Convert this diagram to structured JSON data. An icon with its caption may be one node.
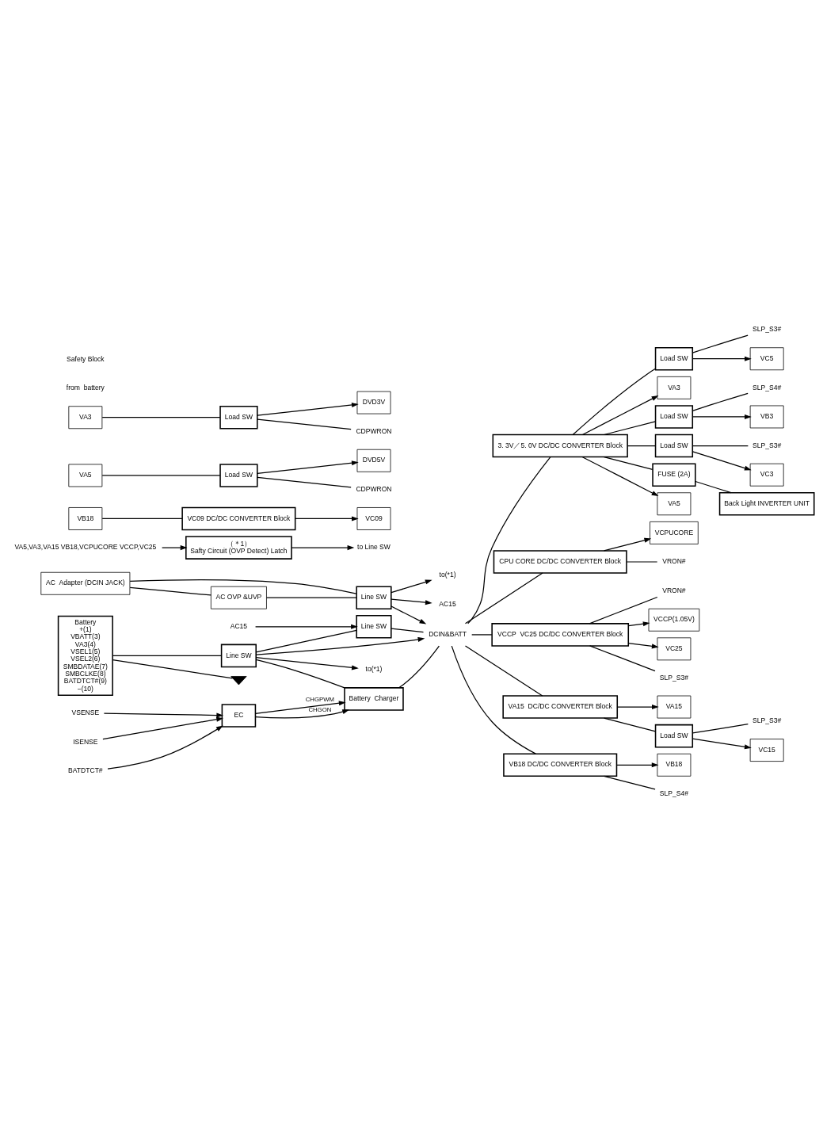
{
  "diagram": {
    "nodes": [
      {
        "text": [
          "AC  Adapter (DCIN JACK)"
        ]
      },
      {
        "text": [
          "Line SW"
        ]
      },
      {
        "text": [
          "AC OVP &UVP"
        ]
      },
      {
        "text": [
          "to(*1)"
        ]
      },
      {
        "text": [
          "AC15"
        ]
      },
      {
        "text": [
          "DCIN&BATT"
        ]
      },
      {
        "text": [
          "Battery",
          "+(1)",
          "VBATT(3)",
          "VA3(4)",
          "VSEL1(5)",
          "VSEL2(6)",
          "SMBDATAE(7)",
          "SMBCLKE(8)",
          "BATDTCT#(9)",
          "−(10)"
        ]
      },
      {
        "text": [],
        "shape": "ground"
      },
      {
        "text": [
          "Line SW"
        ]
      },
      {
        "text": [
          "to(*1)"
        ]
      },
      {
        "text": [
          "Line SW"
        ]
      },
      {
        "text": [
          "AC15"
        ]
      },
      {
        "text": [
          "Battery  Charger"
        ]
      },
      {
        "text": [
          "EC"
        ]
      },
      {
        "text": [
          "VSENSE"
        ]
      },
      {
        "text": [
          "ISENSE"
        ]
      },
      {
        "text": [
          "BATDTCT#"
        ]
      },
      {
        "text": [
          "VA5,VA3,VA15 VB18,VCPUCORE VCCP,VC25"
        ]
      },
      {
        "text": [
          "（＊1）",
          "Safty Circuit (OVP Detect) Latch"
        ]
      },
      {
        "text": [
          "to Line SW"
        ]
      },
      {
        "text": [
          "FUSE (2A)"
        ]
      },
      {
        "text": [
          "Back Light INVERTER UNIT"
        ]
      },
      {
        "text": [
          "VA5"
        ]
      },
      {
        "text": [
          "Load SW"
        ]
      },
      {
        "text": [
          "VC5"
        ]
      },
      {
        "text": [
          "SLP_S3#"
        ]
      },
      {
        "text": [
          "3. 3V／5. 0V DC/DC CONVERTER Block"
        ]
      },
      {
        "text": [
          "VA3"
        ]
      },
      {
        "text": [
          "Load SW"
        ]
      },
      {
        "text": [
          "VB3"
        ]
      },
      {
        "text": [
          "SLP_S4#"
        ]
      },
      {
        "text": [
          "Load SW"
        ]
      },
      {
        "text": [
          "VC3"
        ]
      },
      {
        "text": [
          "SLP_S3#"
        ]
      },
      {
        "text": [
          "CPU CORE DC/DC CONVERTER Block"
        ]
      },
      {
        "text": [
          "VCPUCORE"
        ]
      },
      {
        "text": [
          "VRON#"
        ]
      },
      {
        "text": [
          "VCCP  VC25 DC/DC CONVERTER Block"
        ]
      },
      {
        "text": [
          "VRON#"
        ]
      },
      {
        "text": [
          "VCCP(1.05V)"
        ]
      },
      {
        "text": [
          "VC25"
        ]
      },
      {
        "text": [
          "SLP_S3#"
        ]
      },
      {
        "text": [
          "VA15  DC/DC CONVERTER Block"
        ]
      },
      {
        "text": [
          "VA15"
        ]
      },
      {
        "text": [
          "Load SW"
        ]
      },
      {
        "text": [
          "VC15"
        ]
      },
      {
        "text": [
          "SLP_S3#"
        ]
      },
      {
        "text": [
          "VB18 DC/DC CONVERTER Block"
        ]
      },
      {
        "text": [
          "VB18"
        ]
      },
      {
        "text": [
          "SLP_S4#"
        ]
      },
      {
        "text": [
          "VB18"
        ]
      },
      {
        "text": [
          "VC09 DC/DC CONVERTER Block"
        ]
      },
      {
        "text": [
          "VC09"
        ]
      },
      {
        "text": [
          "VA5"
        ]
      },
      {
        "text": [
          "Load SW"
        ]
      },
      {
        "text": [
          "DVD5V"
        ]
      },
      {
        "text": [
          "CDPWRON"
        ]
      },
      {
        "text": [
          "VA3"
        ]
      },
      {
        "text": [
          "Load SW"
        ]
      },
      {
        "text": [
          "DVD3V"
        ]
      },
      {
        "text": [
          "CDPWRON"
        ]
      }
    ],
    "edges": [
      {
        "from": 0,
        "to": 1,
        "arrow": "none"
      },
      {
        "from": 0,
        "to": 2,
        "arrow": "none"
      },
      {
        "from": 2,
        "to": 1,
        "arrow": "none"
      },
      {
        "from": 1,
        "to": 3,
        "arrow": "to"
      },
      {
        "from": 1,
        "to": 4,
        "arrow": "to"
      },
      {
        "from": 1,
        "to": 5,
        "arrow": "to"
      },
      {
        "from": 6,
        "to": 8,
        "arrow": "none"
      },
      {
        "from": 6,
        "to": 7,
        "arrow": "none"
      },
      {
        "from": 8,
        "to": 9,
        "arrow": "to"
      },
      {
        "from": 8,
        "to": 10,
        "arrow": "none"
      },
      {
        "from": 8,
        "to": 5,
        "arrow": "to"
      },
      {
        "from": 10,
        "to": 5,
        "arrow": "none"
      },
      {
        "from": 11,
        "to": 10,
        "arrow": "to"
      },
      {
        "from": 8,
        "to": 12,
        "arrow": "none"
      },
      {
        "from": 12,
        "to": 5,
        "arrow": "none"
      },
      {
        "from": 13,
        "to": 12,
        "arrow": "to",
        "label": "CHGON"
      },
      {
        "from": 13,
        "to": 12,
        "arrow": "to",
        "label": "CHGPWM"
      },
      {
        "from": 14,
        "to": 13,
        "arrow": "to"
      },
      {
        "from": 15,
        "to": 13,
        "arrow": "to"
      },
      {
        "from": 16,
        "to": 13,
        "arrow": "to"
      },
      {
        "from": 17,
        "to": 18,
        "arrow": "to"
      },
      {
        "from": 18,
        "to": 19,
        "arrow": "to"
      },
      {
        "from": 5,
        "to": 26,
        "arrow": "none"
      },
      {
        "from": 26,
        "to": 20,
        "arrow": "none"
      },
      {
        "from": 20,
        "to": 21,
        "arrow": "none"
      },
      {
        "from": 26,
        "to": 22,
        "arrow": "to"
      },
      {
        "from": 26,
        "to": 23,
        "arrow": "none"
      },
      {
        "from": 23,
        "to": 24,
        "arrow": "to"
      },
      {
        "from": 23,
        "to": 25,
        "arrow": "none"
      },
      {
        "from": 26,
        "to": 27,
        "arrow": "to"
      },
      {
        "from": 26,
        "to": 28,
        "arrow": "none"
      },
      {
        "from": 28,
        "to": 29,
        "arrow": "to"
      },
      {
        "from": 28,
        "to": 30,
        "arrow": "none"
      },
      {
        "from": 26,
        "to": 31,
        "arrow": "none"
      },
      {
        "from": 31,
        "to": 32,
        "arrow": "to"
      },
      {
        "from": 31,
        "to": 33,
        "arrow": "none"
      },
      {
        "from": 5,
        "to": 34,
        "arrow": "none"
      },
      {
        "from": 34,
        "to": 35,
        "arrow": "to"
      },
      {
        "from": 34,
        "to": 36,
        "arrow": "none"
      },
      {
        "from": 5,
        "to": 37,
        "arrow": "none"
      },
      {
        "from": 37,
        "to": 38,
        "arrow": "none"
      },
      {
        "from": 37,
        "to": 39,
        "arrow": "to"
      },
      {
        "from": 37,
        "to": 40,
        "arrow": "to"
      },
      {
        "from": 37,
        "to": 41,
        "arrow": "none"
      },
      {
        "from": 5,
        "to": 42,
        "arrow": "none"
      },
      {
        "from": 42,
        "to": 43,
        "arrow": "to"
      },
      {
        "from": 42,
        "to": 44,
        "arrow": "none"
      },
      {
        "from": 44,
        "to": 45,
        "arrow": "to"
      },
      {
        "from": 44,
        "to": 46,
        "arrow": "none"
      },
      {
        "from": 5,
        "to": 47,
        "arrow": "none"
      },
      {
        "from": 47,
        "to": 48,
        "arrow": "to"
      },
      {
        "from": 47,
        "to": 49,
        "arrow": "none"
      },
      {
        "from": 50,
        "to": 51,
        "arrow": "none"
      },
      {
        "from": 51,
        "to": 52,
        "arrow": "to"
      },
      {
        "from": 53,
        "to": 54,
        "arrow": "none"
      },
      {
        "from": 54,
        "to": 55,
        "arrow": "to"
      },
      {
        "from": 54,
        "to": 56,
        "arrow": "none"
      },
      {
        "from": 57,
        "to": 58,
        "arrow": "none"
      },
      {
        "from": 58,
        "to": 59,
        "arrow": "to"
      },
      {
        "from": 58,
        "to": 60,
        "arrow": "none"
      }
    ],
    "labels": [
      "from  battery",
      "Safety Block"
    ]
  }
}
